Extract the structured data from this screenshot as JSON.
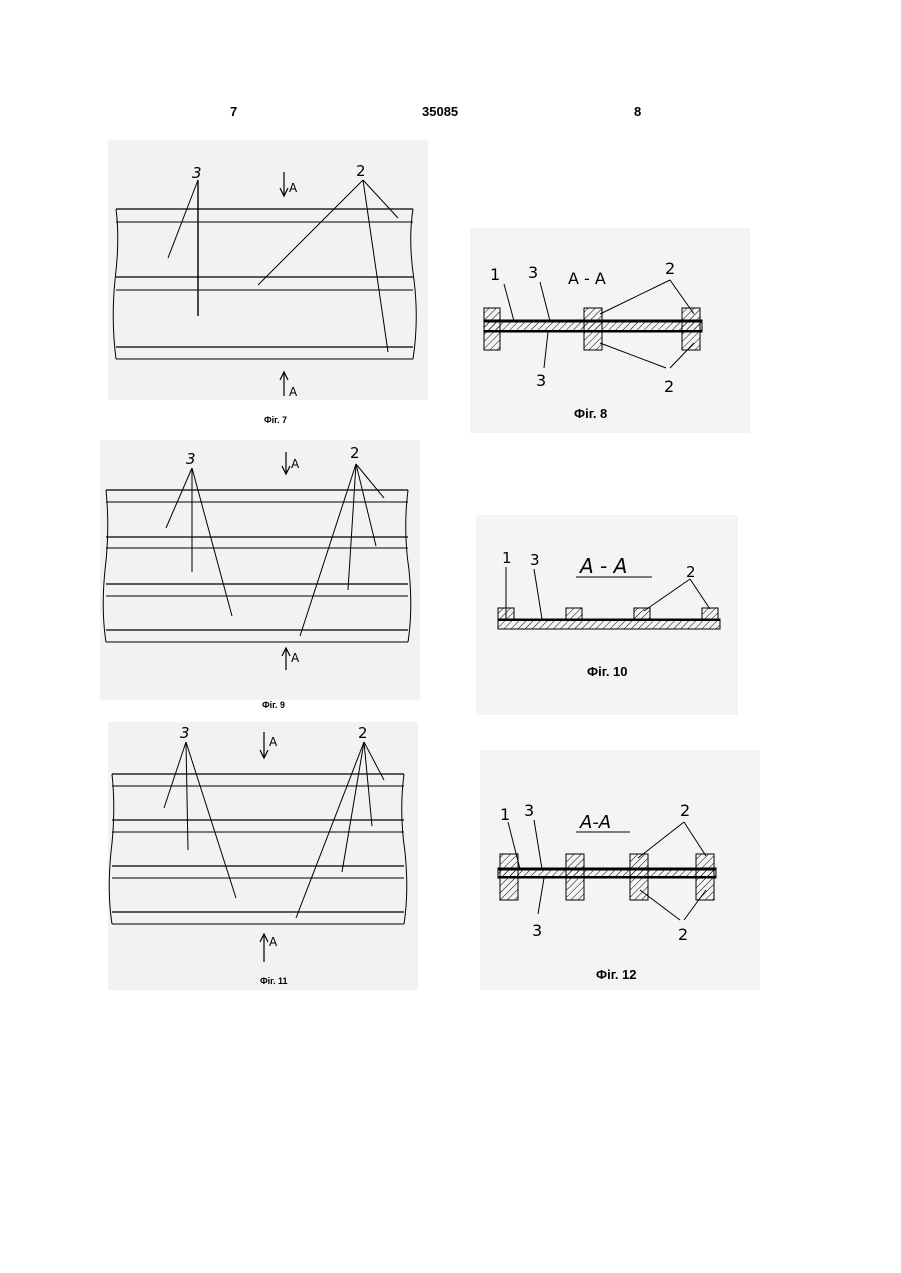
{
  "header": {
    "page_left": "7",
    "patent_number": "35085",
    "page_right": "8"
  },
  "figures": {
    "fig7": {
      "caption": "Фіг. 7",
      "section_label": "A",
      "callouts": [
        "3",
        "2"
      ]
    },
    "fig8": {
      "caption": "Фіг. 8",
      "section_title": "A - A",
      "callouts": [
        "1",
        "3",
        "2",
        "3",
        "2"
      ]
    },
    "fig9": {
      "caption": "Фіг. 9",
      "section_label": "A",
      "callouts": [
        "3",
        "2"
      ]
    },
    "fig10": {
      "caption": "Фіг. 10",
      "section_title": "A - A",
      "callouts": [
        "1",
        "3",
        "2"
      ]
    },
    "fig11": {
      "caption": "Фіг. 11",
      "section_label": "A",
      "callouts": [
        "3",
        "2"
      ]
    },
    "fig12": {
      "caption": "Фіг. 12",
      "section_title": "A-A",
      "callouts": [
        "1",
        "3",
        "2",
        "3",
        "2"
      ]
    }
  }
}
